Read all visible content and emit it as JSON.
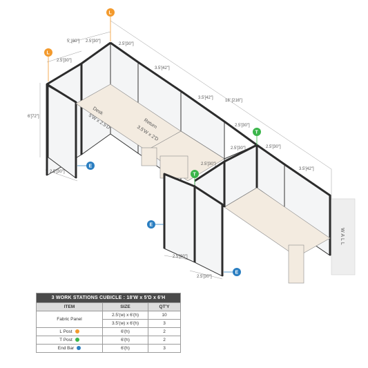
{
  "colors": {
    "l_post": "#f39a2d",
    "t_post": "#3ab54a",
    "end_bar": "#2a7ec1",
    "frame": "#2c2c2c",
    "desk": "#f3ebe0",
    "header": "#4a4a4a"
  },
  "badges": {
    "l": "L",
    "t": "T",
    "e": "E"
  },
  "labels": {
    "desk": "Desk",
    "desk_size": "5'W x 2.5'D",
    "return": "Return",
    "return_size": "3.5'W x 2'D",
    "wall": "WALL"
  },
  "dims": {
    "d1": "2.5'[30\"]",
    "d2": "2.5'[30\"]",
    "d3": "5' [60\"]",
    "d4": "2.5'[30\"]",
    "d5": "3.5'[42\"]",
    "d6": "3.5'[42\"]",
    "d7": "18' [216\"]",
    "d8": "2.5'[30\"]",
    "d9": "2.5'[30\"]",
    "d10": "2.5'[30\"]",
    "d11": "3.5'[42\"]",
    "d12": "6'[72\"]",
    "d13": "2.5'[30\"]",
    "d14": "2.5'[30\"]",
    "d15": "2.5'[30\"]",
    "d16": "2.5'[30\"]"
  },
  "table": {
    "title": "3 WORK STATIONS  CUBICLE :  18'W x 5'D x 6'H",
    "headers": [
      "ITEM",
      "SIZE",
      "QT'Y"
    ],
    "rows": [
      {
        "item": "Fabric Panel",
        "size": "2.5'(w) x 6'(h)",
        "qty": "10"
      },
      {
        "item": "",
        "size": "3.5'(w) x 6'(h)",
        "qty": "3"
      },
      {
        "item": "L Post",
        "size": "6'(h)",
        "qty": "2"
      },
      {
        "item": "T Post",
        "size": "6'(h)",
        "qty": "2"
      },
      {
        "item": "End  Bar",
        "size": "6'(h)",
        "qty": "3"
      }
    ]
  }
}
